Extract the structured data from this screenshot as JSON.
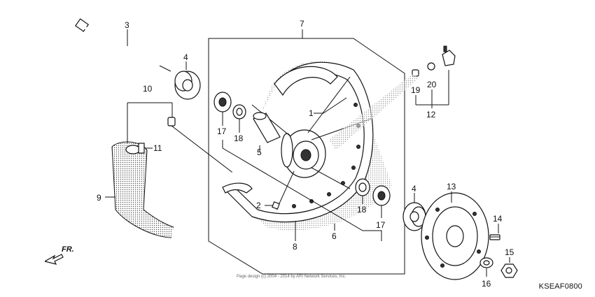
{
  "diagram": {
    "code": "KSEAF0800",
    "copyright": "Page design (c) 2004 - 2014 by ARI Network Services, Inc.",
    "direction": "FR.",
    "callouts": [
      {
        "id": "c1",
        "text": "1"
      },
      {
        "id": "c2",
        "text": "2"
      },
      {
        "id": "c3",
        "text": "3"
      },
      {
        "id": "c4a",
        "text": "4"
      },
      {
        "id": "c4b",
        "text": "4"
      },
      {
        "id": "c5",
        "text": "5"
      },
      {
        "id": "c6",
        "text": "6"
      },
      {
        "id": "c7",
        "text": "7"
      },
      {
        "id": "c8",
        "text": "8"
      },
      {
        "id": "c9",
        "text": "9"
      },
      {
        "id": "c10",
        "text": "10"
      },
      {
        "id": "c11",
        "text": "11"
      },
      {
        "id": "c12",
        "text": "12"
      },
      {
        "id": "c13",
        "text": "13"
      },
      {
        "id": "c14",
        "text": "14"
      },
      {
        "id": "c15",
        "text": "15"
      },
      {
        "id": "c16",
        "text": "16"
      },
      {
        "id": "c17a",
        "text": "17"
      },
      {
        "id": "c17b",
        "text": "17"
      },
      {
        "id": "c18a",
        "text": "18"
      },
      {
        "id": "c18b",
        "text": "18"
      },
      {
        "id": "c19",
        "text": "19"
      },
      {
        "id": "c20",
        "text": "20"
      }
    ]
  }
}
